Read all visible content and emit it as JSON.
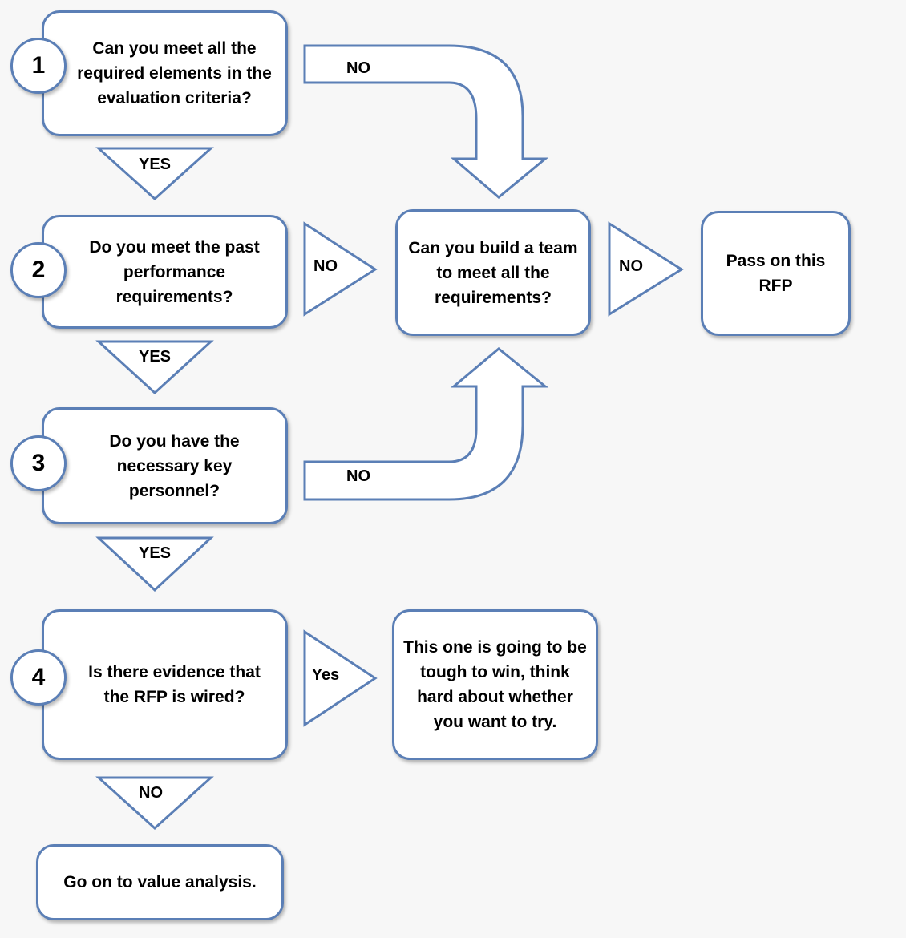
{
  "colors": {
    "stroke": "#5b7fb6",
    "fill": "#ffffff",
    "background": "#f7f7f7"
  },
  "steps": [
    {
      "number": "1",
      "text": "Can you meet all the\nrequired elements in the\nevaluation criteria?"
    },
    {
      "number": "2",
      "text": "Do you meet the past\nperformance\nrequirements?"
    },
    {
      "number": "3",
      "text": "Do you have the\nnecessary key\npersonnel?"
    },
    {
      "number": "4",
      "text": "Is there evidence that\nthe RFP is wired?"
    }
  ],
  "team_box": "Can you build a team\nto meet all the\nrequirements?",
  "pass_box": "Pass on this\nRFP",
  "tough_box": "This one is going to be\ntough to win, think\nhard about whether\nyou want to try.",
  "value_box": "Go on to value analysis.",
  "arrows": {
    "step1_yes": "YES",
    "step2_yes": "YES",
    "step3_yes": "YES",
    "step4_no": "NO",
    "step1_no": "NO",
    "step2_no": "NO",
    "step3_no": "NO",
    "team_no": "NO",
    "step4_yes": "Yes"
  }
}
